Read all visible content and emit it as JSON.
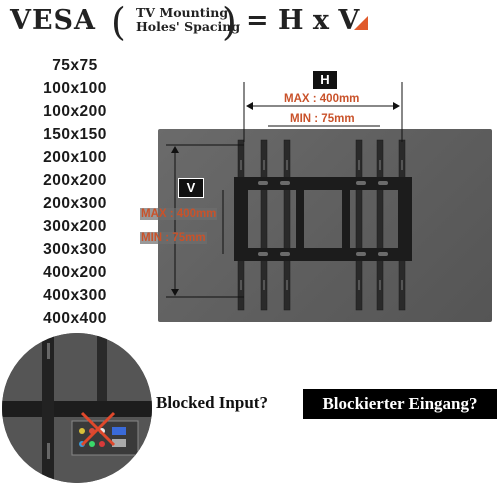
{
  "header": {
    "vesa": "VESA",
    "lparen": "(",
    "sub_line1": "TV Mounting",
    "sub_line2": "Holes' Spacing",
    "rparen": ")",
    "equation": "= H x V",
    "accent_color": "#e05a2b"
  },
  "sizes": [
    "75x75",
    "100x100",
    "100x200",
    "150x150",
    "200x100",
    "200x200",
    "200x300",
    "300x200",
    "300x300",
    "400x200",
    "400x300",
    "400x400"
  ],
  "diagram": {
    "h_label": "H",
    "v_label": "V",
    "h_max": "MAX : 400mm",
    "h_min": "MIN : 75mm",
    "v_max": "MAX : 400mm",
    "v_min": "MIN : 75mm",
    "dim_color": "#c9522a"
  },
  "bottom": {
    "blocked_en": "Blocked Input?",
    "blocked_de": "Blockierter Eingang?"
  }
}
